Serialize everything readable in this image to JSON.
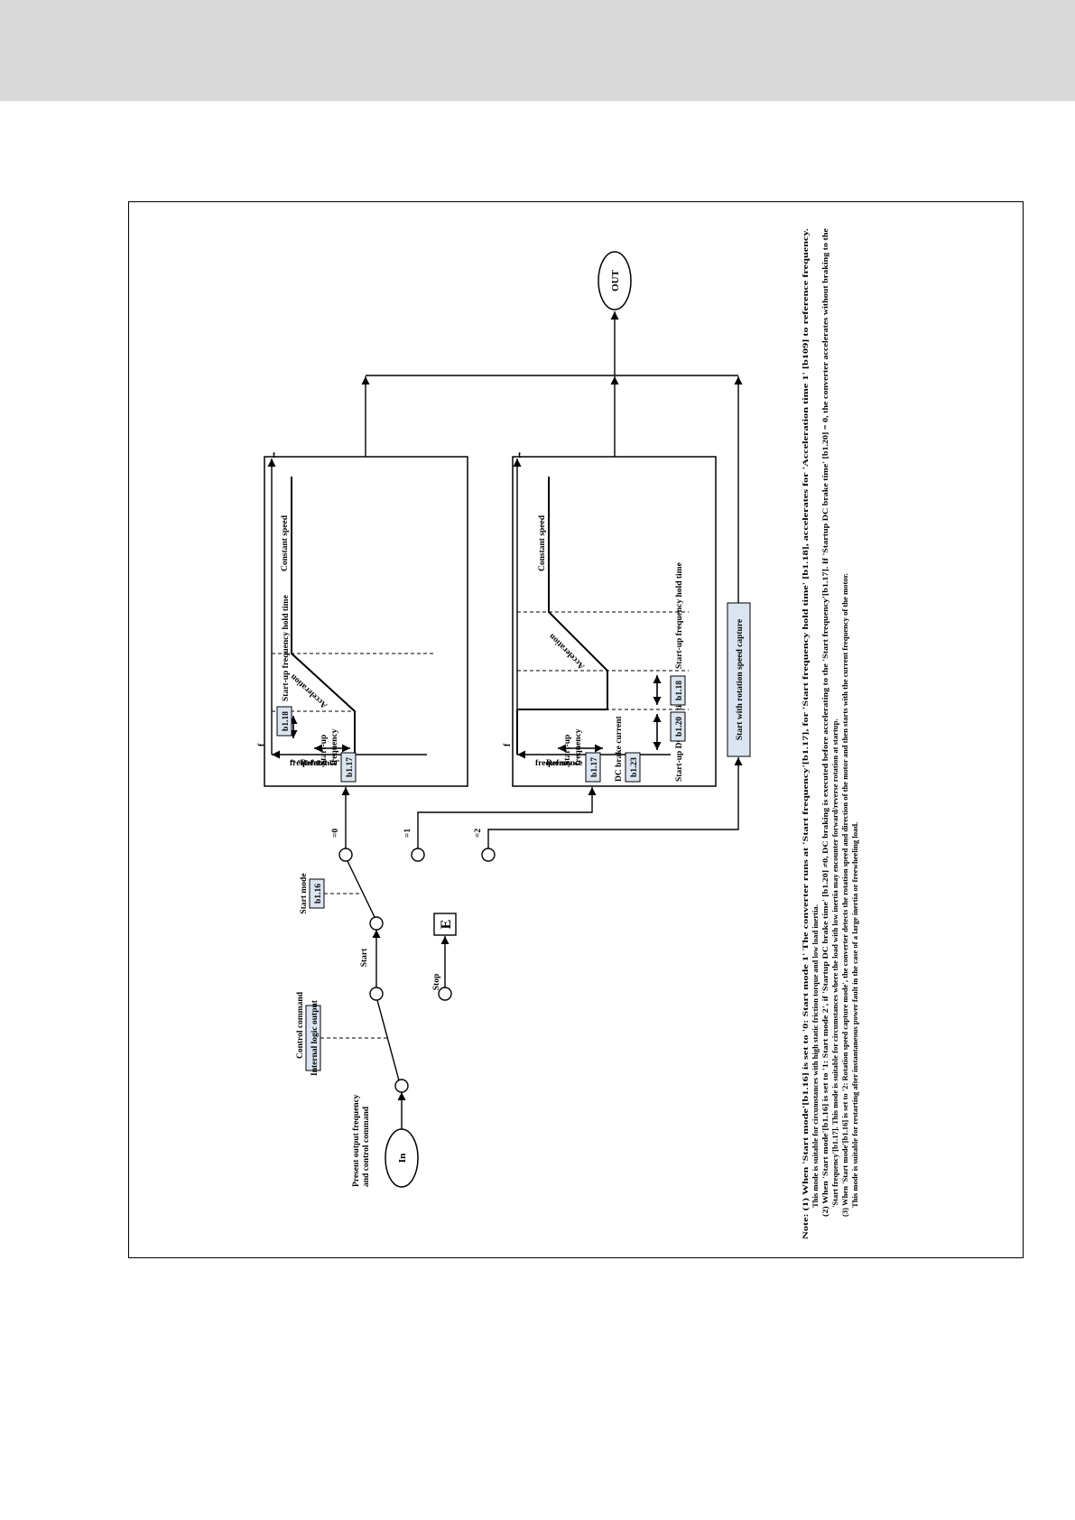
{
  "header": {
    "band_color": "#d9d9d9"
  },
  "diagram": {
    "in_node": "In",
    "out_node": "OUT",
    "in_caption": [
      "Present output frequency",
      "and control command"
    ],
    "control_command_label": "Control command",
    "internal_logic_label": "Internal logic output",
    "start_label": "Start",
    "stop_label": "Stop",
    "start_mode_label": "Start mode",
    "start_mode_param": "b1.16",
    "branch_0": "=0",
    "branch_1": "=1",
    "branch_2": "=2",
    "stop_symbol": "E",
    "mode0": {
      "axis_f": "f",
      "axis_t": "t",
      "reference_frequency": [
        "Reference",
        "frequency"
      ],
      "startup_frequency": [
        "Start-up",
        "frequency"
      ],
      "param_startup_freq": "b1.17",
      "param_hold_time": "b1.18",
      "hold_time_label": "Start-up frequency hold time",
      "acceleration": "Acceleration",
      "constant_speed": "Constant speed"
    },
    "mode1": {
      "axis_f": "f",
      "axis_t": "t",
      "reference_frequency": [
        "Reference",
        "frequency"
      ],
      "startup_frequency": [
        "Start-up",
        "frequency"
      ],
      "param_startup_freq": "b1.17",
      "dc_brake_current": "DC brake current",
      "param_dc_current": "b1.23",
      "dc_brake_time_label": "Start-up DC brake time",
      "param_dc_time": "b1.20",
      "param_hold_time": "b1.18",
      "hold_time_label": "Start-up frequency hold time",
      "acceleration": "Acceleration",
      "constant_speed": "Constant speed"
    },
    "mode2_label": "Start with rotation speed capture"
  },
  "notes": [
    "Note: (1) When 'Start mode'[b1.16] is set to '0: Start mode 1' The converter runs at 'Start frequency'[b1.17], for 'Start frequency hold time' [b1.18], accelerates for 'Acceleration time 1' [b109] to reference frequency.",
    "This mode is suitable for circumstances with high static friction torque and low load inertia.",
    "(2) When 'Start mode'[b1.16] is set to '1: Start mode 2', if 'Startup DC brake time' [b1.20] ≠0, DC braking is executed before accelerating to the 'Start frequency'[b1.17]. If 'Startup DC brake time' [b1.20] = 0, the converter accelerates without braking to the",
    "'Start frequency'[b1.17]. This mode is suitable for circumstances where the load with low inertia may encounter forward/reverse rotation at startup.",
    "(3) When 'Start mode'[b1.16] is set to '2: Rotation speed capture mode', the converter detects the rotation speed and direction of the motor and then starts with the current frequency of the motor.",
    "This mode is suitable for restarting after instantaneous power fault in the case of a large inertia or freewheeling load."
  ]
}
